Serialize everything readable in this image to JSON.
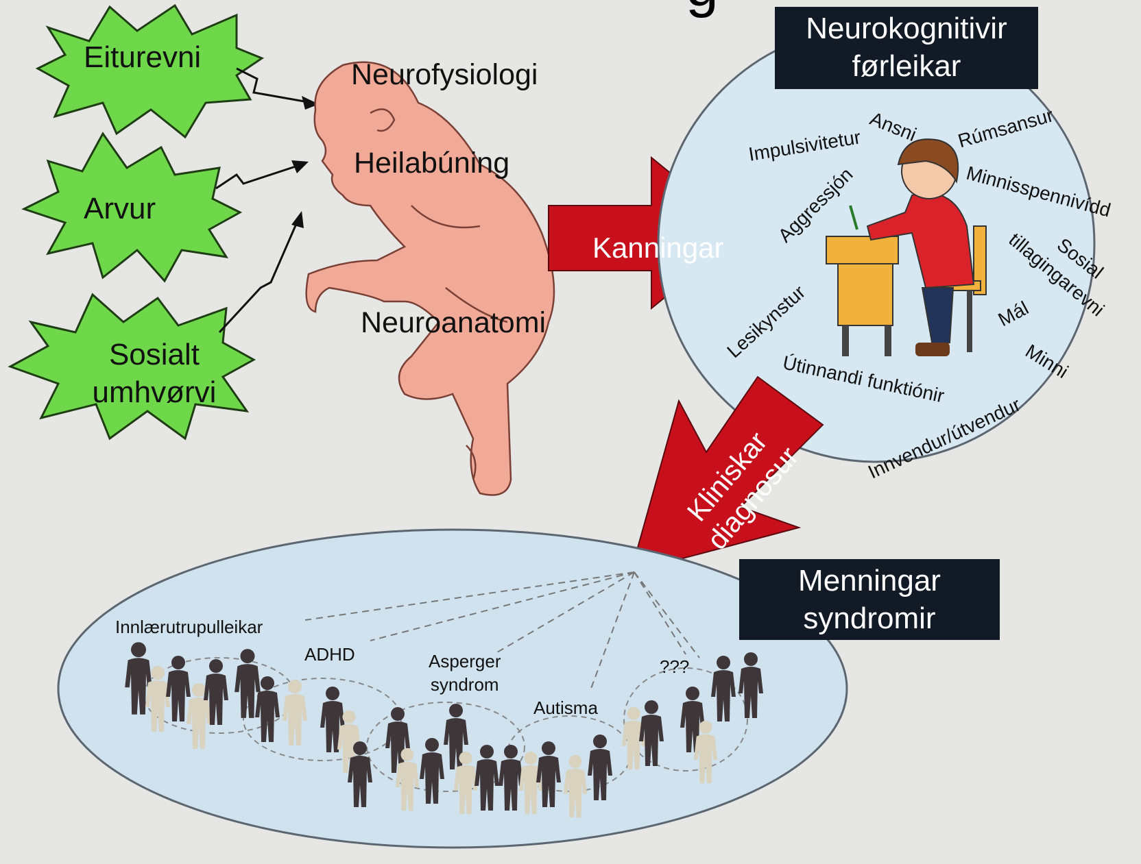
{
  "top_fragment": "g",
  "factors": [
    "Eiturevni",
    "Arvur",
    "Sosialt umhvørvi"
  ],
  "baby_labels": [
    "Neurofysiologi",
    "Heilabúning",
    "Neuroanatomi"
  ],
  "arrow_kanningar": "Kanningar",
  "arrow_diagnosur": "Kliniskar diagnosur",
  "box_neuro": {
    "line1": "Neurokognitivir",
    "line2": "førleikar"
  },
  "box_syndromes": {
    "line1": "Menningar",
    "line2": "syndromir"
  },
  "circle_terms": {
    "impulsivitetur": "Impulsivitetur",
    "ansni": "Ansni",
    "rumsansur": "Rúmsansur",
    "minnisspennividd": "Minnisspennivídd",
    "aggression": "Aggressjón",
    "sosial": "Sosial",
    "tillagingarevni": "tillagingarevni",
    "lesikynstur": "Lesikynstur",
    "mal": "Mál",
    "utinnandi": "Útinnandi funktiónir",
    "minni": "Minni",
    "innvendur": "Innvendur/útvendur"
  },
  "syndromes": {
    "innlaerutrupulleikar": "Innlærutrupulleikar",
    "adhd": "ADHD",
    "asperger_line1": "Asperger",
    "asperger_line2": "syndrom",
    "autisma": "Autisma",
    "unknown": "???"
  },
  "colors": {
    "background": "#e6e6e4",
    "burst_green": "#6fd84a",
    "baby_pink": "#f2aa98",
    "arrow_red": "#c8101c",
    "circle_fill": "#d8e8f2",
    "box_fill": "#121a26",
    "person_dark": "#3e3638",
    "person_light": "#d9d2be"
  }
}
